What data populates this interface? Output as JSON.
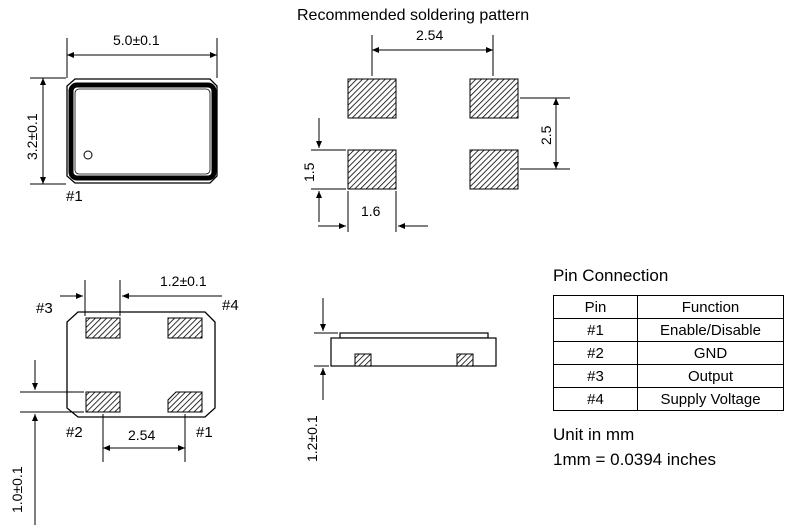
{
  "title": "Recommended soldering pattern",
  "top_view": {
    "width_dim": "5.0±0.1",
    "height_dim": "3.2±0.1",
    "pin_label": "#1"
  },
  "soldering": {
    "pitch_x": "2.54",
    "pitch_y": "2.5",
    "pad_height": "1.5",
    "pad_width": "1.6"
  },
  "bottom_view": {
    "pad_dim": "1.2±0.1",
    "pin3": "#3",
    "pin4": "#4",
    "pin2": "#2",
    "pin1": "#1",
    "pitch": "2.54",
    "edge_dim": "1.0±0.1"
  },
  "side_view": {
    "height_dim": "1.2±0.1"
  },
  "pin_connection": {
    "heading": "Pin Connection",
    "columns": [
      "Pin",
      "Function"
    ],
    "rows": [
      [
        "#1",
        "Enable/Disable"
      ],
      [
        "#2",
        "GND"
      ],
      [
        "#3",
        "Output"
      ],
      [
        "#4",
        "Supply Voltage"
      ]
    ]
  },
  "unit_note": "Unit in mm",
  "conversion_note": "1mm = 0.0394 inches"
}
